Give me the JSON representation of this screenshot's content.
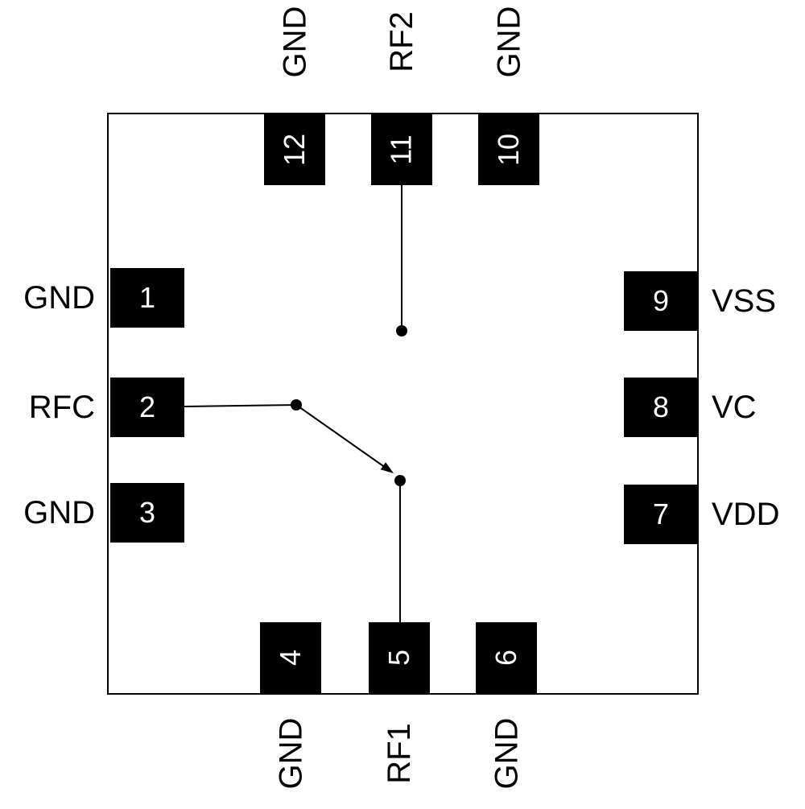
{
  "pins": [
    {
      "number": "1",
      "signal": "GND",
      "side": "left"
    },
    {
      "number": "2",
      "signal": "RFC",
      "side": "left"
    },
    {
      "number": "3",
      "signal": "GND",
      "side": "left"
    },
    {
      "number": "4",
      "signal": "GND",
      "side": "bottom"
    },
    {
      "number": "5",
      "signal": "RF1",
      "side": "bottom"
    },
    {
      "number": "6",
      "signal": "GND",
      "side": "bottom"
    },
    {
      "number": "7",
      "signal": "VDD",
      "side": "right"
    },
    {
      "number": "8",
      "signal": "VC",
      "side": "right"
    },
    {
      "number": "9",
      "signal": "VSS",
      "side": "right"
    },
    {
      "number": "10",
      "signal": "GND",
      "side": "top"
    },
    {
      "number": "11",
      "signal": "RF2",
      "side": "top"
    },
    {
      "number": "12",
      "signal": "GND",
      "side": "top"
    }
  ],
  "colors": {
    "pin_fill": "#000000",
    "pin_text": "#ffffff",
    "label_text": "#000000",
    "outline": "#000000",
    "line": "#000000",
    "background": "#ffffff"
  }
}
